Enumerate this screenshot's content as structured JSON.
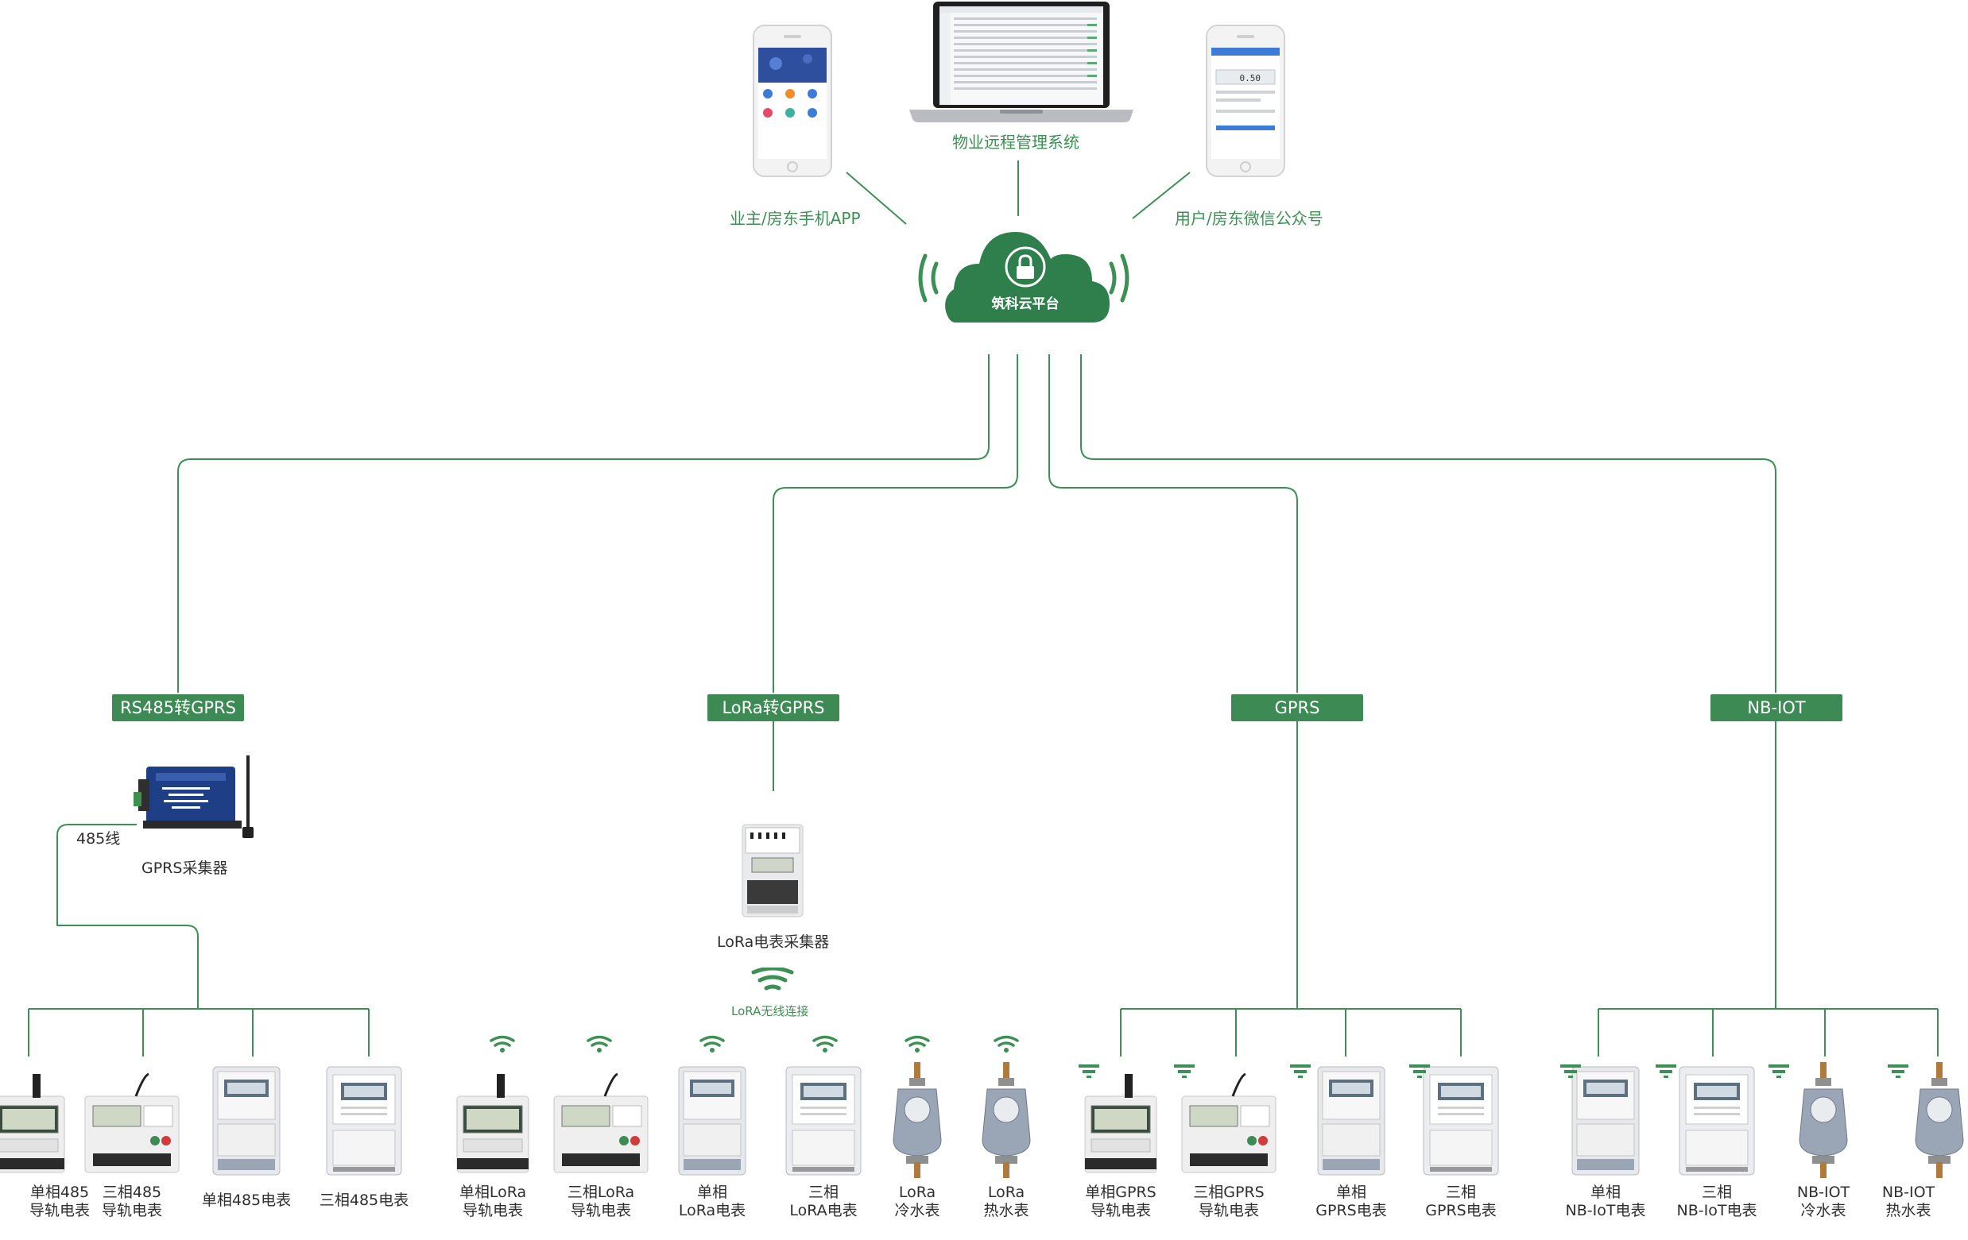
{
  "top": {
    "pms_label": "物业远程管理系统",
    "app_label": "业主/房东手机APP",
    "wechat_label": "用户/房东微信公众号",
    "cloud_label": "筑科云平台",
    "phone_reading": "0.50"
  },
  "branches": [
    {
      "name": "RS485转GPRS"
    },
    {
      "name": "LoRa转GPRS"
    },
    {
      "name": "GPRS"
    },
    {
      "name": "NB-IOT"
    }
  ],
  "rs485": {
    "collector_label": "GPRS采集器",
    "wire_label": "485线"
  },
  "lora": {
    "collector_label": "LoRa电表采集器",
    "wireless_label": "LoRA无线连接"
  },
  "devices": [
    {
      "l1": "单相485",
      "l2": "导轨电表"
    },
    {
      "l1": "三相485",
      "l2": "导轨电表"
    },
    {
      "l1": "单相485电表",
      "l2": ""
    },
    {
      "l1": "三相485电表",
      "l2": ""
    },
    {
      "l1": "单相LoRa",
      "l2": "导轨电表"
    },
    {
      "l1": "三相LoRa",
      "l2": "导轨电表"
    },
    {
      "l1": "单相",
      "l2": "LoRa电表"
    },
    {
      "l1": "三相",
      "l2": "LoRA电表"
    },
    {
      "l1": "LoRa",
      "l2": "冷水表"
    },
    {
      "l1": "LoRa",
      "l2": "热水表"
    },
    {
      "l1": "单相GPRS",
      "l2": "导轨电表"
    },
    {
      "l1": "三相GPRS",
      "l2": "导轨电表"
    },
    {
      "l1": "单相",
      "l2": "GPRS电表"
    },
    {
      "l1": "三相",
      "l2": "GPRS电表"
    },
    {
      "l1": "单相",
      "l2": "NB-IoT电表"
    },
    {
      "l1": "三相",
      "l2": "NB-IoT电表"
    },
    {
      "l1": "NB-IOT",
      "l2": "冷水表"
    },
    {
      "l1": "NB-IOT",
      "l2": "热水表"
    }
  ],
  "colors": {
    "line": "#3d9054",
    "badge": "#3e8a55",
    "cloud": "#2f7f4c"
  }
}
